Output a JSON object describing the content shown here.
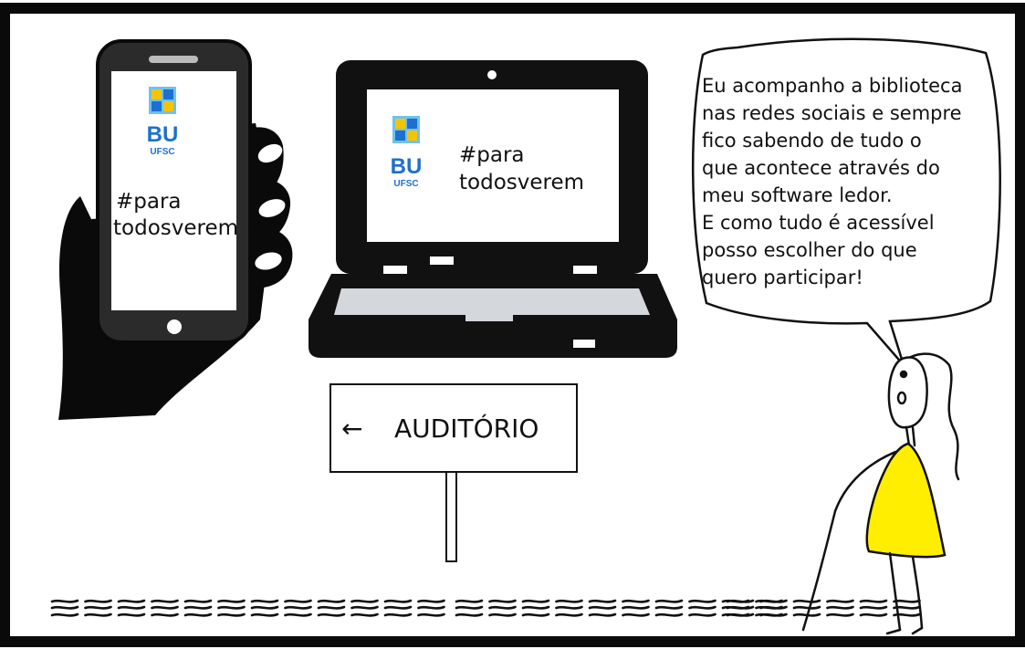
{
  "speech_bubble": {
    "lines": [
      "Eu acompanho a biblioteca",
      "nas redes sociais e sempre",
      "fico sabendo de tudo o",
      "que acontece através do",
      "meu software ledor.",
      "E como tudo é acessível",
      "posso escolher do que",
      "quero participar!"
    ]
  },
  "phone": {
    "logo_text": "BU",
    "logo_subtext": "UFSC",
    "hashtag_line1": "#para",
    "hashtag_line2": "todosverem"
  },
  "laptop": {
    "logo_text": "BU",
    "logo_subtext": "UFSC",
    "hashtag_line1": "#para",
    "hashtag_line2": "todosverem"
  },
  "sign": {
    "arrow": "←",
    "label": "AUDITÓRIO"
  },
  "colors": {
    "frame": "#0a0a0a",
    "logo_yellow": "#f5c400",
    "logo_blue": "#1e6fd0",
    "logo_lightblue": "#6fc2ee",
    "dress_yellow": "#ffee00",
    "keyboard_gray": "#d4d8dc"
  }
}
